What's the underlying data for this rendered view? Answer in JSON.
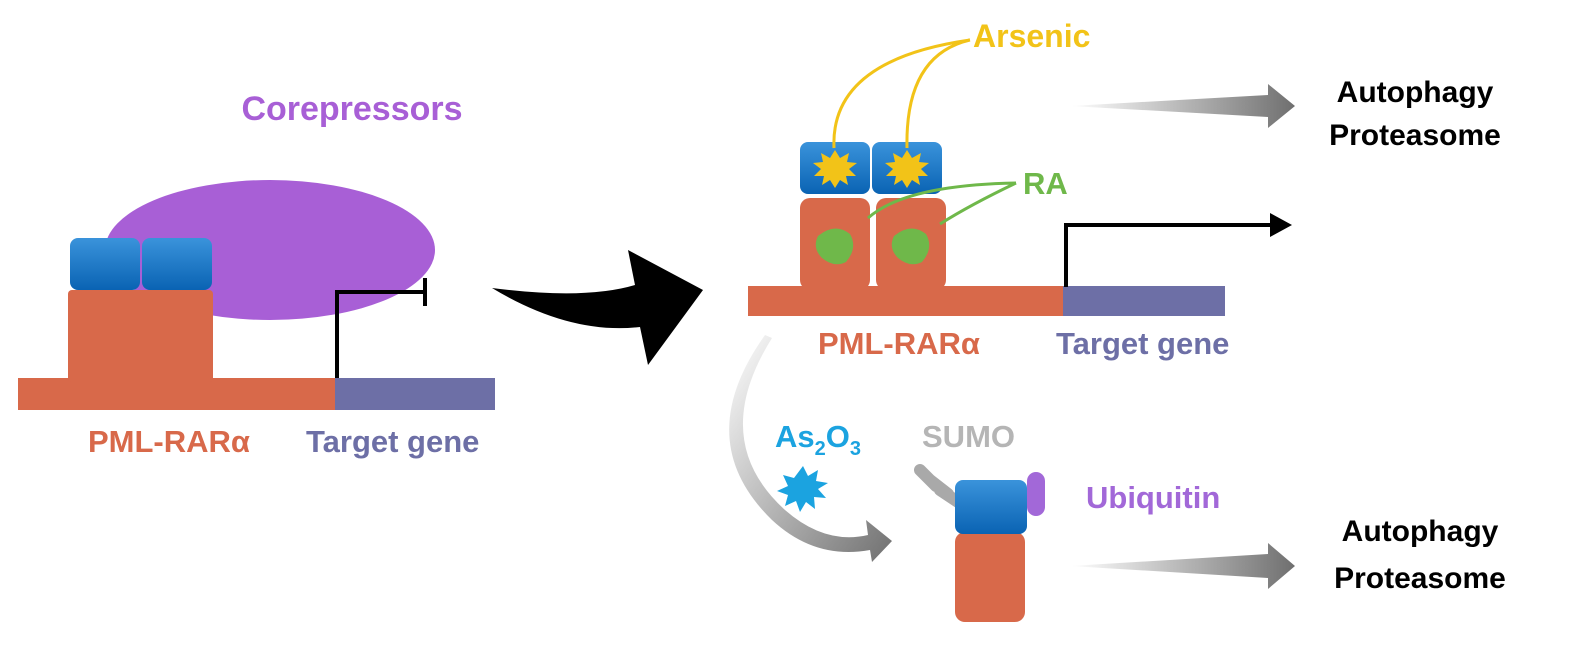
{
  "labels": {
    "corepressors": "Corepressors",
    "pml_rara_left": "PML-RARα",
    "target_gene_left": "Target gene",
    "arsenic": "Arsenic",
    "ra": "RA",
    "pml_rara_right": "PML-RARα",
    "target_gene_right": "Target gene",
    "autophagy_top": "Autophagy",
    "proteasome_top": "Proteasome",
    "as2o3_prefix": "As",
    "as2o3_sub1": "2",
    "as2o3_mid": "O",
    "as2o3_sub2": "3",
    "sumo": "SUMO",
    "ubiquitin": "Ubiquitin",
    "autophagy_bottom": "Autophagy",
    "proteasome_bottom": "Proteasome"
  },
  "colors": {
    "pml_rara": "#d8694a",
    "dna": "#d8694a",
    "target_gene": "#6d6fa6",
    "pml_domain": "#0f6fc0",
    "corepressors": "#a85fd6",
    "arsenic": "#f2c318",
    "ra": "#6fb84a",
    "as2o3": "#1ba3e0",
    "sumo": "#b5b5b5",
    "ubiquitin": "#a268d8",
    "arrow_gray": "#7a7a7a",
    "black": "#000000"
  },
  "icons": {
    "arsenic_marker": "starburst-icon",
    "ra_marker": "leaf-blob-icon",
    "as2o3_marker": "starburst-icon"
  }
}
